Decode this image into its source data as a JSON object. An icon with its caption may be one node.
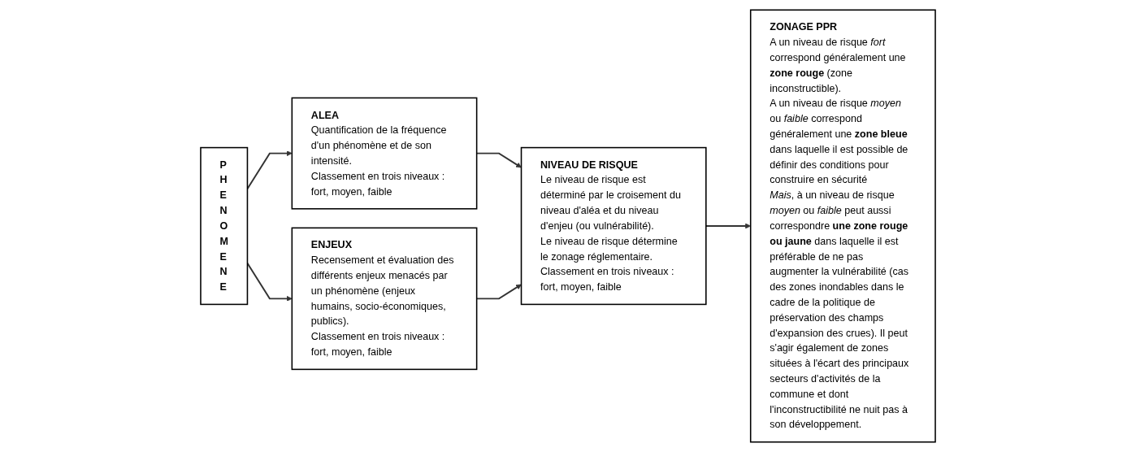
{
  "diagram": {
    "nodes": [
      {
        "text": [
          "PHENOMENE"
        ]
      },
      {
        "text": [
          "ALEA",
          "Quantification de la fréquence d'un phénomène et de son intensité.",
          "Classement en trois niveaux : fort, moyen, faible"
        ]
      },
      {
        "text": [
          "ENJEUX",
          "Recensement et évaluation des différents enjeux menacés par un phénomène (enjeux humains, socio-économiques, publics).",
          "Classement en trois niveaux : fort, moyen, faible"
        ]
      },
      {
        "text": [
          "NIVEAU DE RISQUE",
          "Le niveau de risque est déterminé par le croisement du niveau d'aléa et du niveau d'enjeu (ou vulnérabilité).",
          "Le niveau de risque détermine le zonage réglementaire.",
          "Classement en trois niveaux : fort, moyen, faible"
        ]
      },
      {
        "text": [
          "ZONAGE PPR",
          "A un niveau de risque *fort* correspond généralement une **zone rouge** (zone inconstructible).",
          "A un niveau de risque *moyen* ou *faible* correspond généralement une **zone bleue** dans laquelle il est possible de définir des conditions pour construire en sécurité",
          "*Mais*, à un niveau de risque *moyen* ou *faible* peut aussi correspondre **une zone rouge ou jaune** dans laquelle il est préférable de ne pas augmenter la vulnérabilité (cas des zones inondables dans le cadre de la politique de préservation des champs d'expansion des crues). Il peut s'agir également de zones situées à l'écart des principaux secteurs d'activités de la commune et dont l'inconstructibilité ne nuit pas à son développement."
        ]
      }
    ],
    "edges": [
      {
        "from": 0,
        "to": 1,
        "arrow": "to"
      },
      {
        "from": 0,
        "to": 2,
        "arrow": "to"
      },
      {
        "from": 1,
        "to": 3,
        "arrow": "to"
      },
      {
        "from": 2,
        "to": 3,
        "arrow": "to"
      },
      {
        "from": 3,
        "to": 4,
        "arrow": "to"
      }
    ]
  }
}
